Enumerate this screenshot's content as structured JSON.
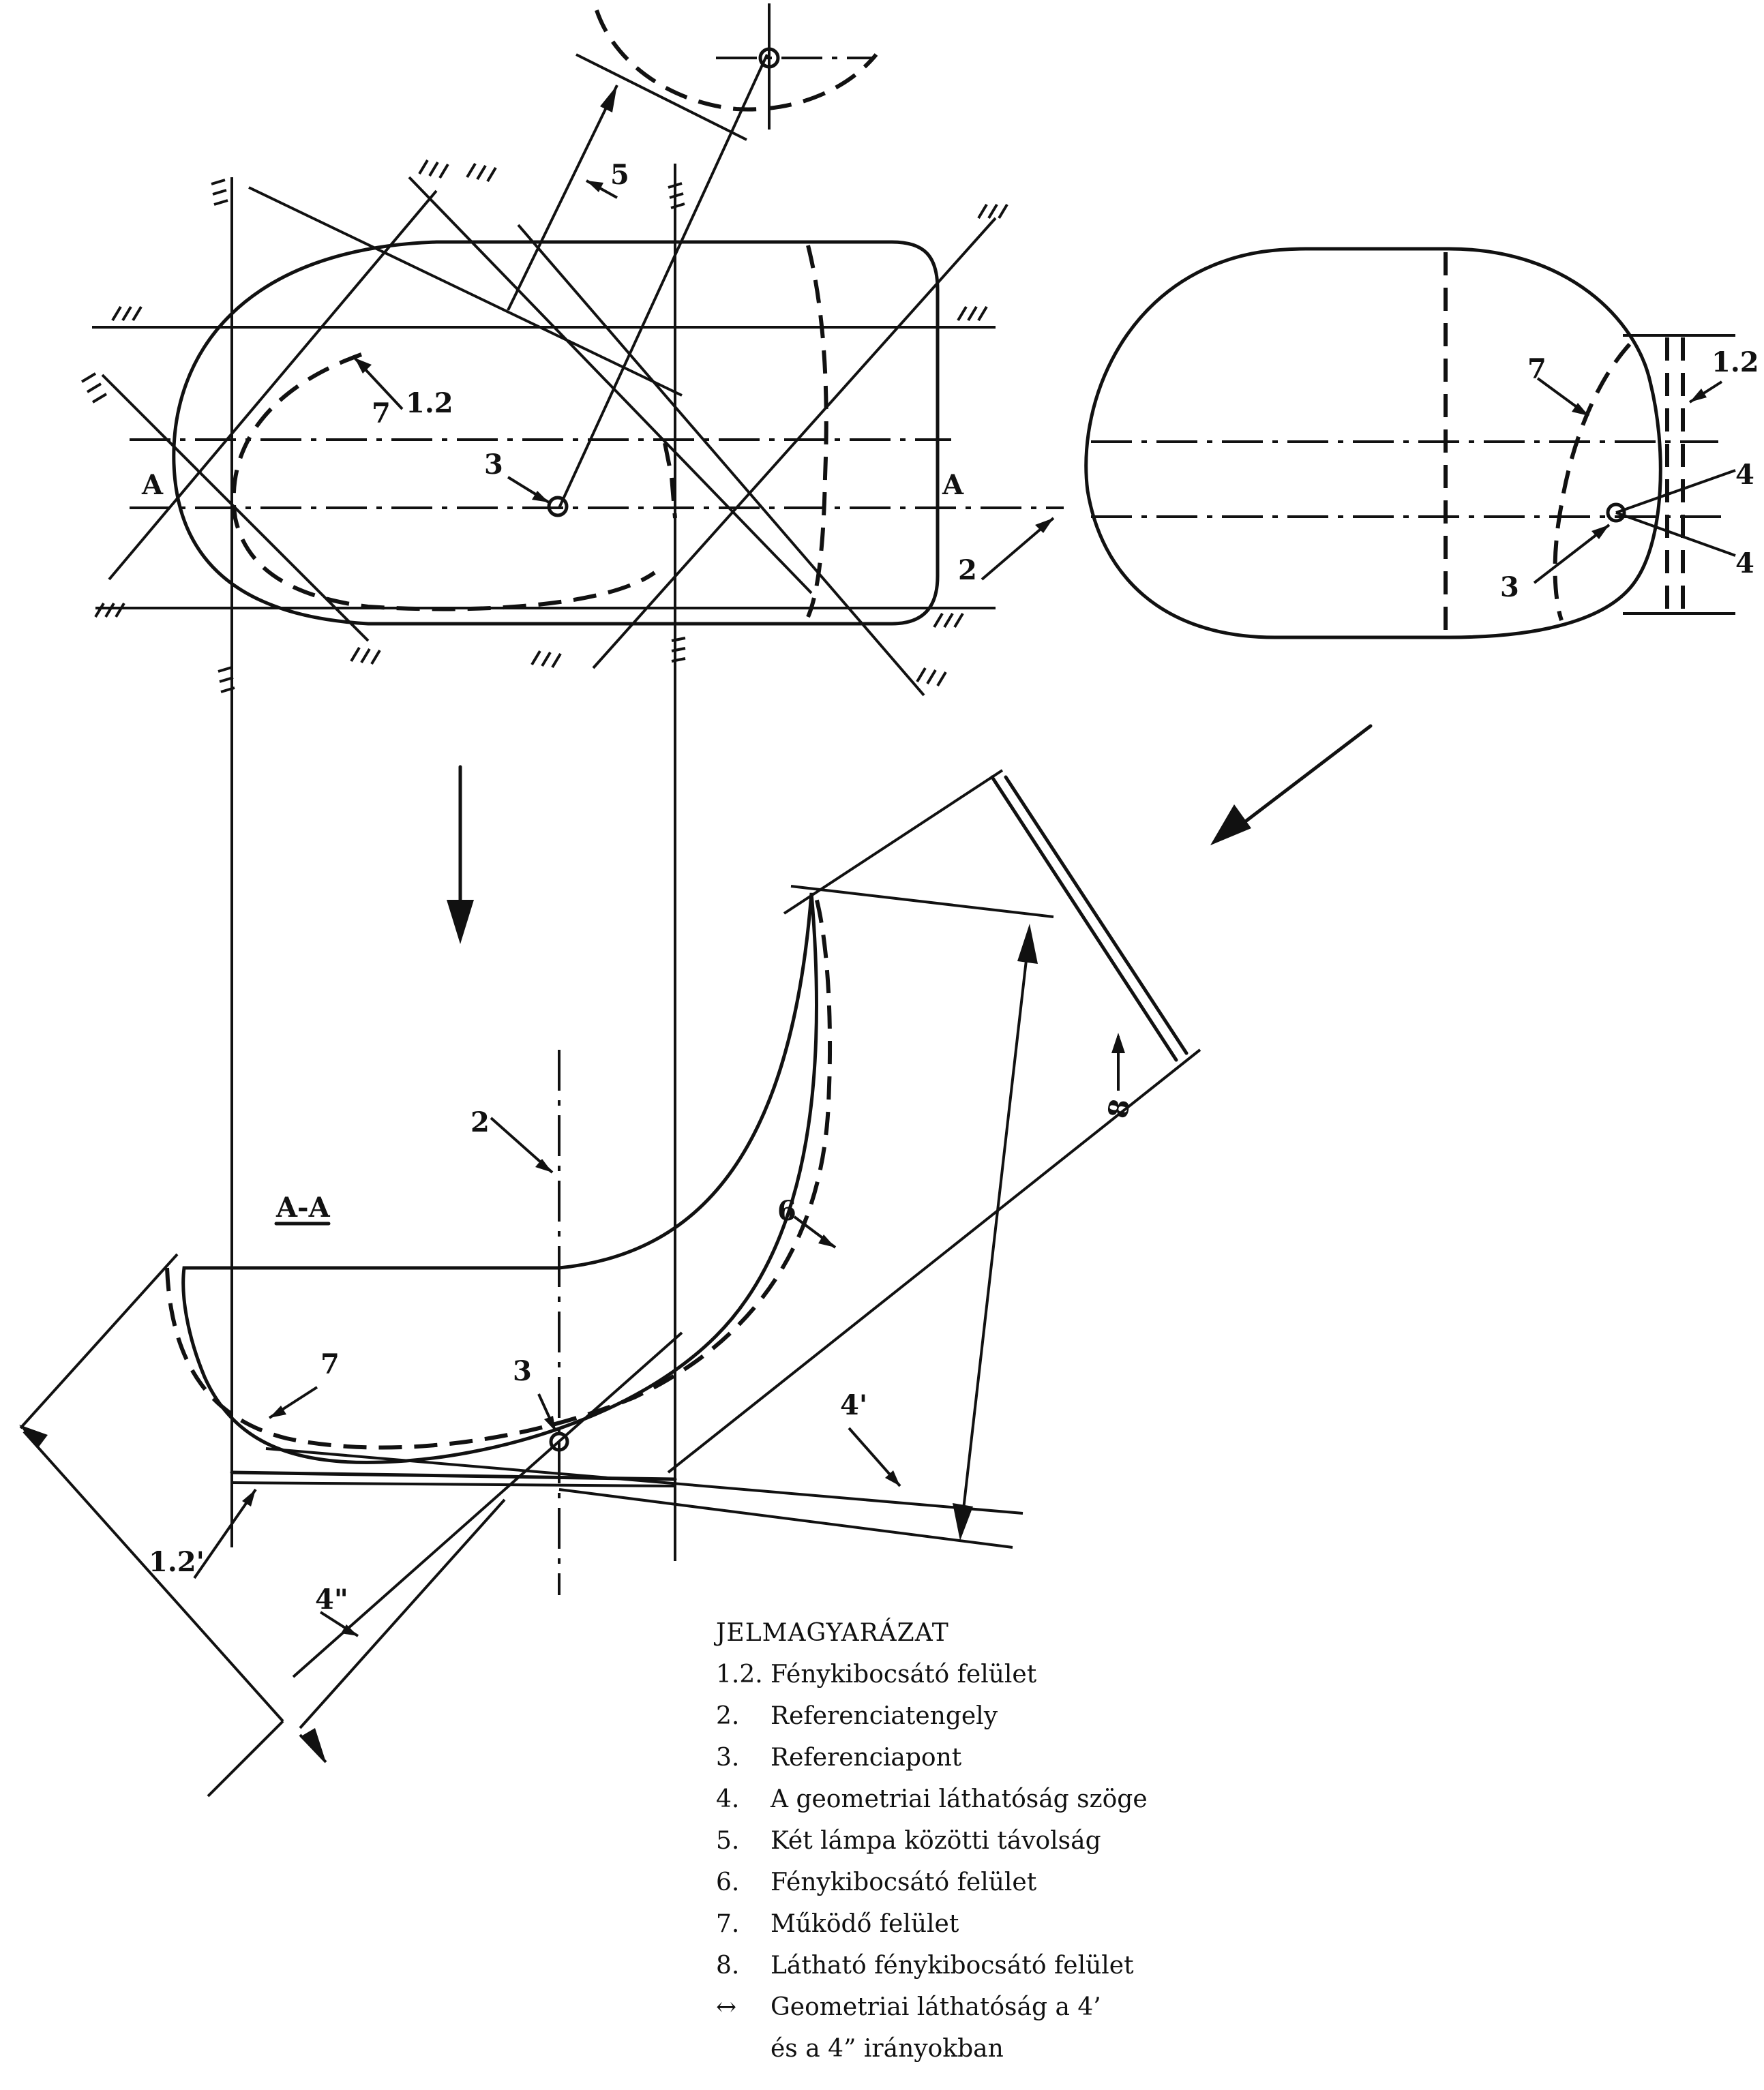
{
  "labels": {
    "n5": "5",
    "n7a": "7",
    "n12a": "1.2",
    "n3a": "3",
    "aLeft": "A",
    "aRight": "A",
    "n2a": "2",
    "n7b": "7",
    "n12b": "1.2",
    "n4a": "4",
    "n4b": "4",
    "n3b": "3",
    "n2b": "2",
    "section": "A-A",
    "n6": "6",
    "n7c": "7",
    "n3c": "3",
    "n4p": "4'",
    "n8": "8",
    "n12c": "1.2'",
    "n4pp": "4\""
  },
  "legend": {
    "title": "JELMAGYARÁZAT",
    "items": [
      {
        "num": "1.2.",
        "text": "Fénykibocsátó felület"
      },
      {
        "num": "2.",
        "text": "Referenciatengely"
      },
      {
        "num": "3.",
        "text": "Referenciapont"
      },
      {
        "num": "4.",
        "text": "A geometriai láthatóság szöge"
      },
      {
        "num": "5.",
        "text": "Két lámpa közötti távolság"
      },
      {
        "num": "6.",
        "text": "Fénykibocsátó felület"
      },
      {
        "num": "7.",
        "text": "Működő felület"
      },
      {
        "num": "8.",
        "text": "Látható fénykibocsátó felület"
      },
      {
        "num": "↔",
        "text": "Geometriai láthatóság a 4’"
      }
    ],
    "continuation": "és a 4” irányokban"
  }
}
